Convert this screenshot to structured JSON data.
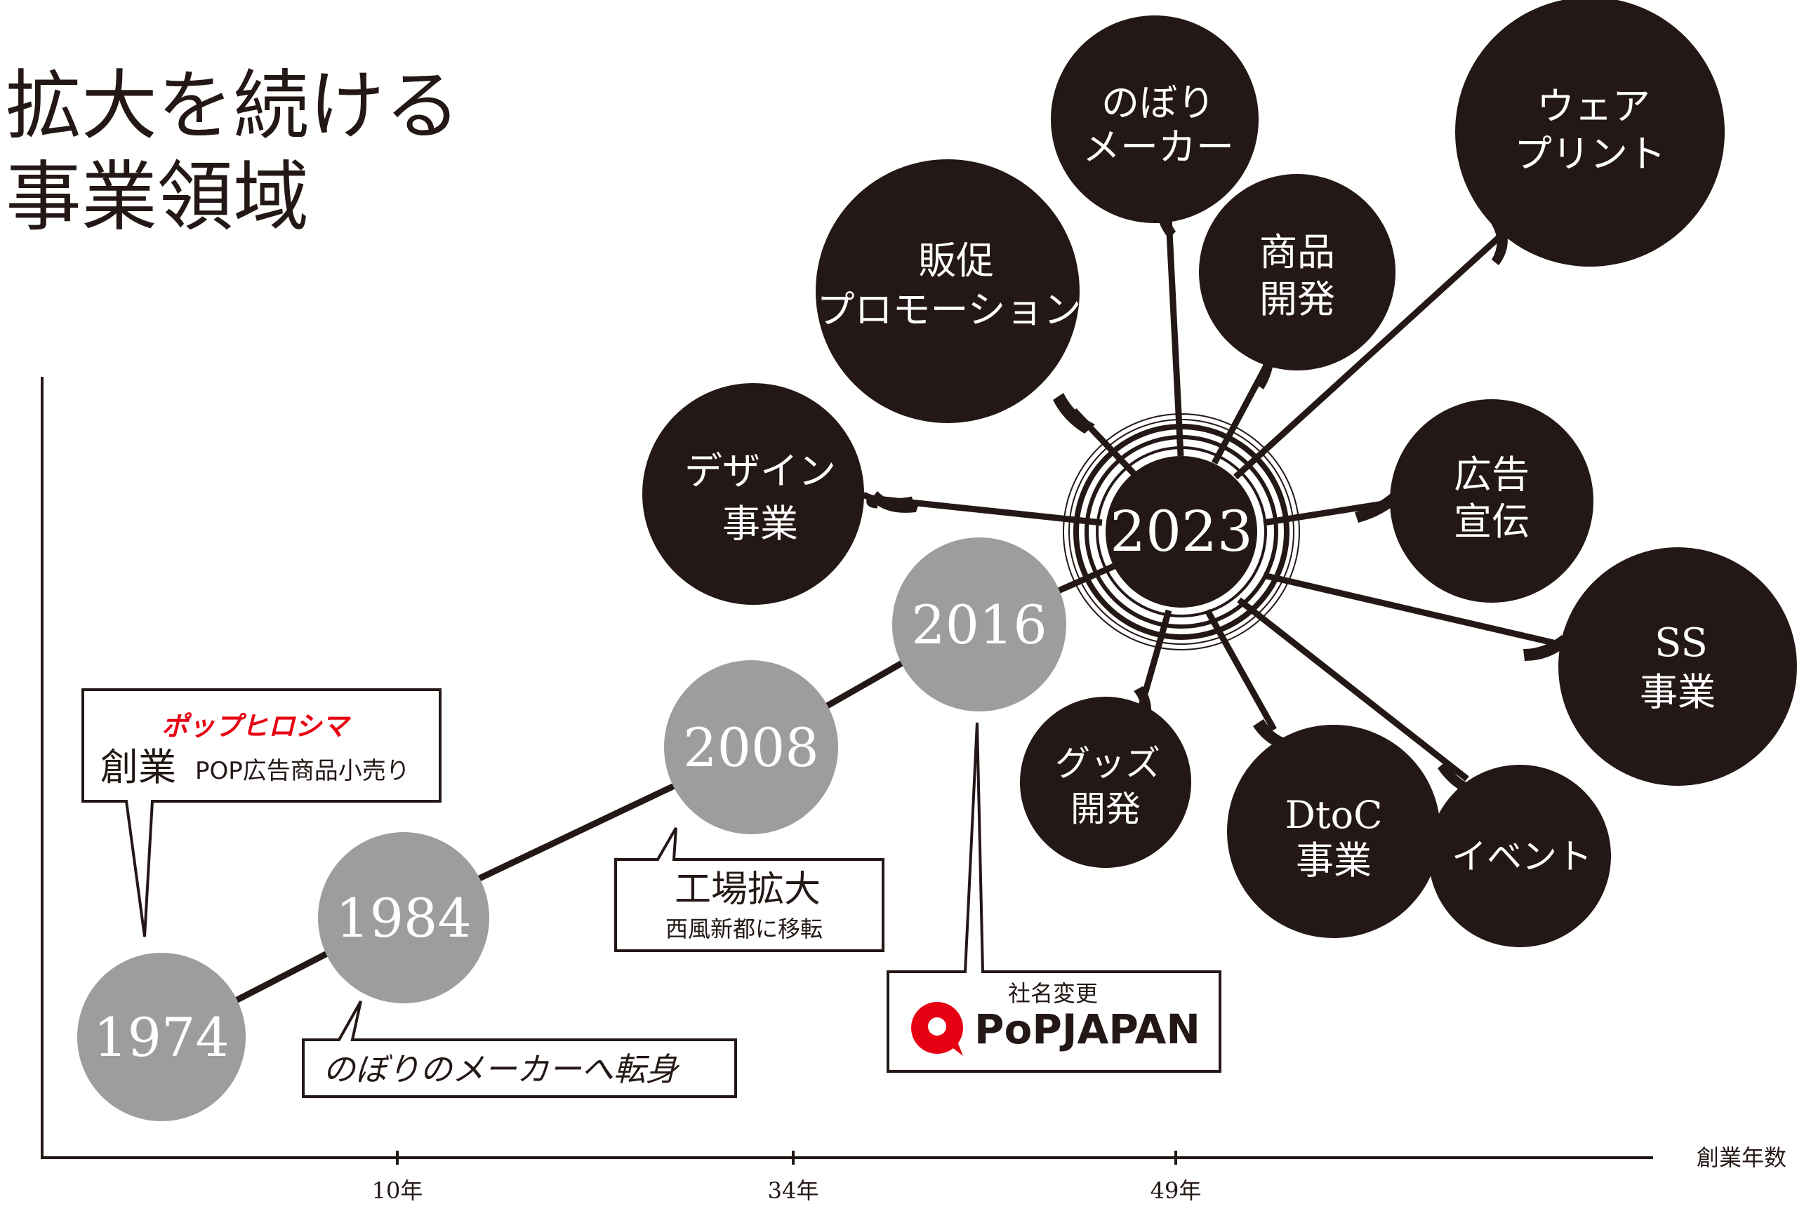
{
  "title": {
    "line1": "拡大を続ける",
    "line2": "事業領域"
  },
  "axis": {
    "xlabel": "創業年数",
    "ticks": [
      "10年",
      "34年",
      "49年"
    ]
  },
  "milestones": {
    "y1974": "1974",
    "y1984": "1984",
    "y2008": "2008",
    "y2016": "2016",
    "y2023": "2023"
  },
  "callouts": {
    "founding": {
      "logo": "ポップヒロシマ",
      "title": "創業",
      "text": "POP広告商品小売り"
    },
    "nobori": {
      "text": "のぼりのメーカーへ転身"
    },
    "factory": {
      "title": "工場拡大",
      "text": "西風新都に移転"
    },
    "rename": {
      "caption": "社名変更",
      "logo": "PoPJAPAN"
    }
  },
  "businesses": {
    "design": [
      "デザイン",
      "事業"
    ],
    "promotion": [
      "販促",
      "プロモーション"
    ],
    "nobori_maker": [
      "のぼり",
      "メーカー"
    ],
    "product_dev": [
      "商品",
      "開発"
    ],
    "wear_print": [
      "ウェア",
      "プリント"
    ],
    "advertising": [
      "広告",
      "宣伝"
    ],
    "ss": [
      "SS",
      "事業"
    ],
    "event": [
      "イベント"
    ],
    "dtoc": [
      "DtoC",
      "事業"
    ],
    "goods": [
      "グッズ",
      "開発"
    ]
  },
  "colors": {
    "dark": "#231815",
    "milestone_gray": "#9d9d9d",
    "logo_red": "#e60012",
    "white": "#ffffff"
  }
}
